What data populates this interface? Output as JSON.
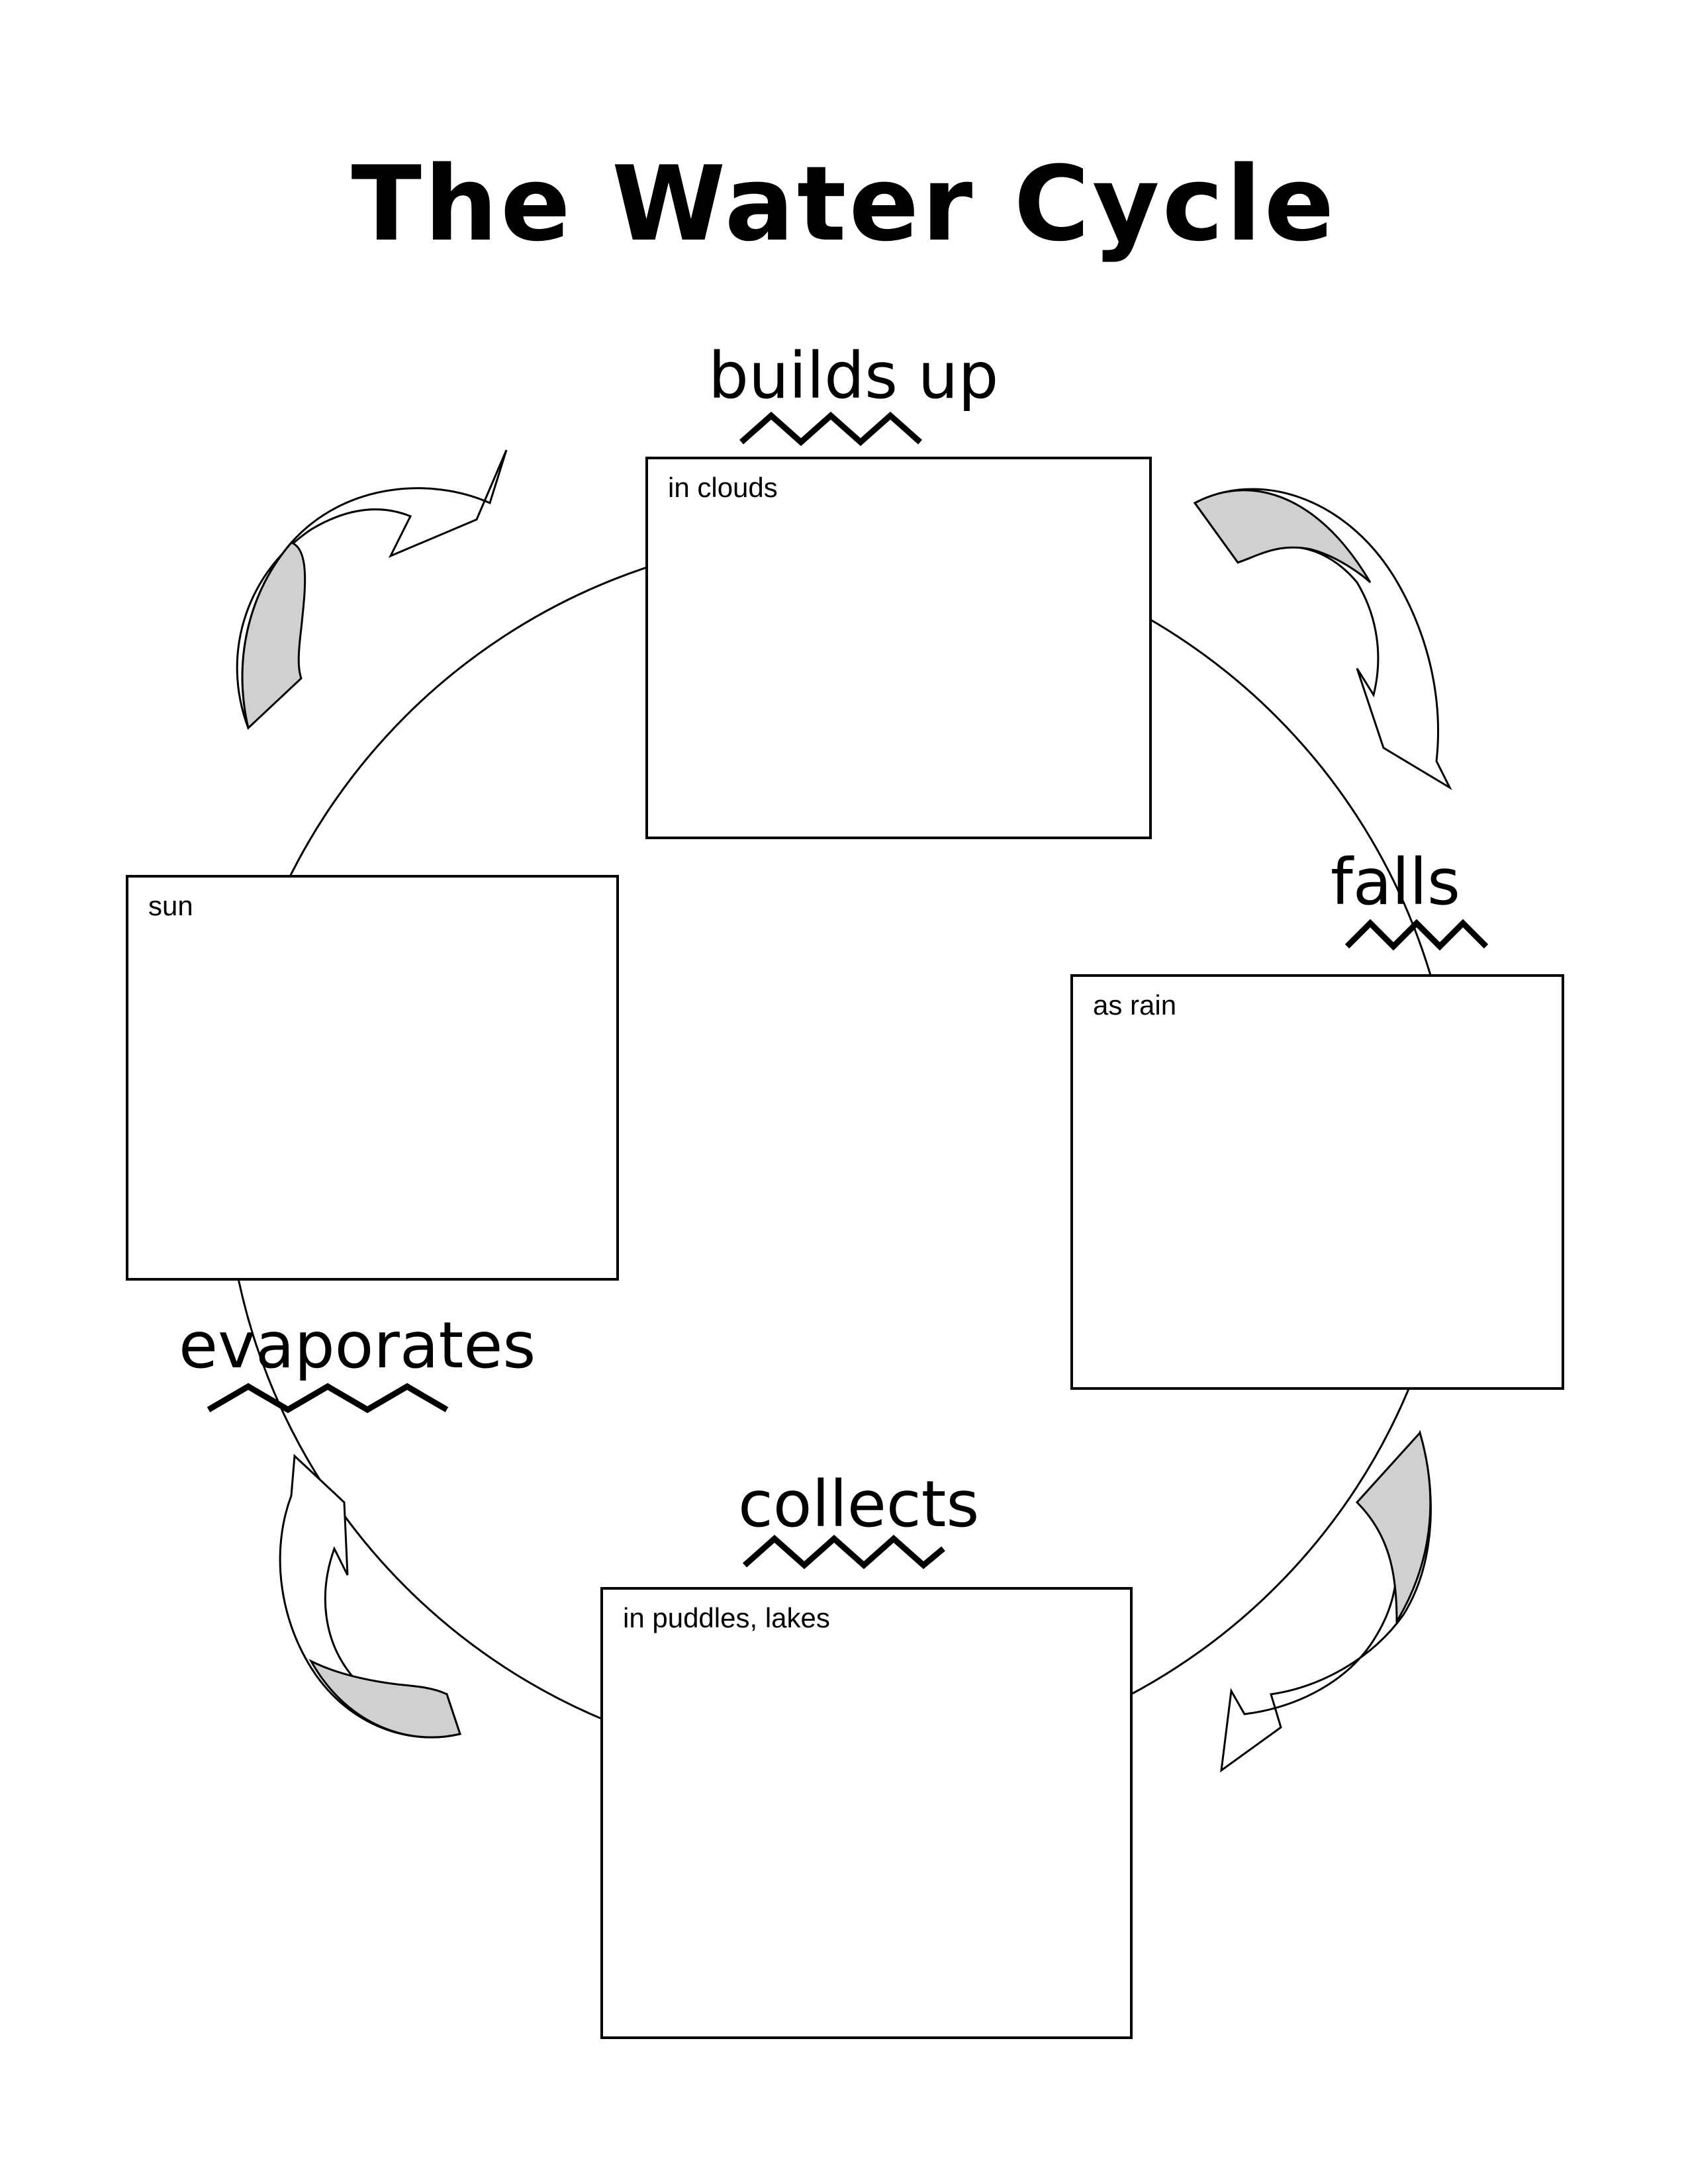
{
  "title": "The Water Cycle",
  "stages": {
    "builds_up": {
      "label": "builds up",
      "note": "in clouds"
    },
    "falls": {
      "label": "falls",
      "note": "as rain"
    },
    "collects": {
      "label": "collects",
      "note": "in puddles, lakes"
    },
    "evaporates": {
      "label": "evaporates",
      "note": "sun"
    }
  },
  "colors": {
    "line": "#000000",
    "arrow_fill": "#d0d0d0",
    "background": "#ffffff"
  }
}
